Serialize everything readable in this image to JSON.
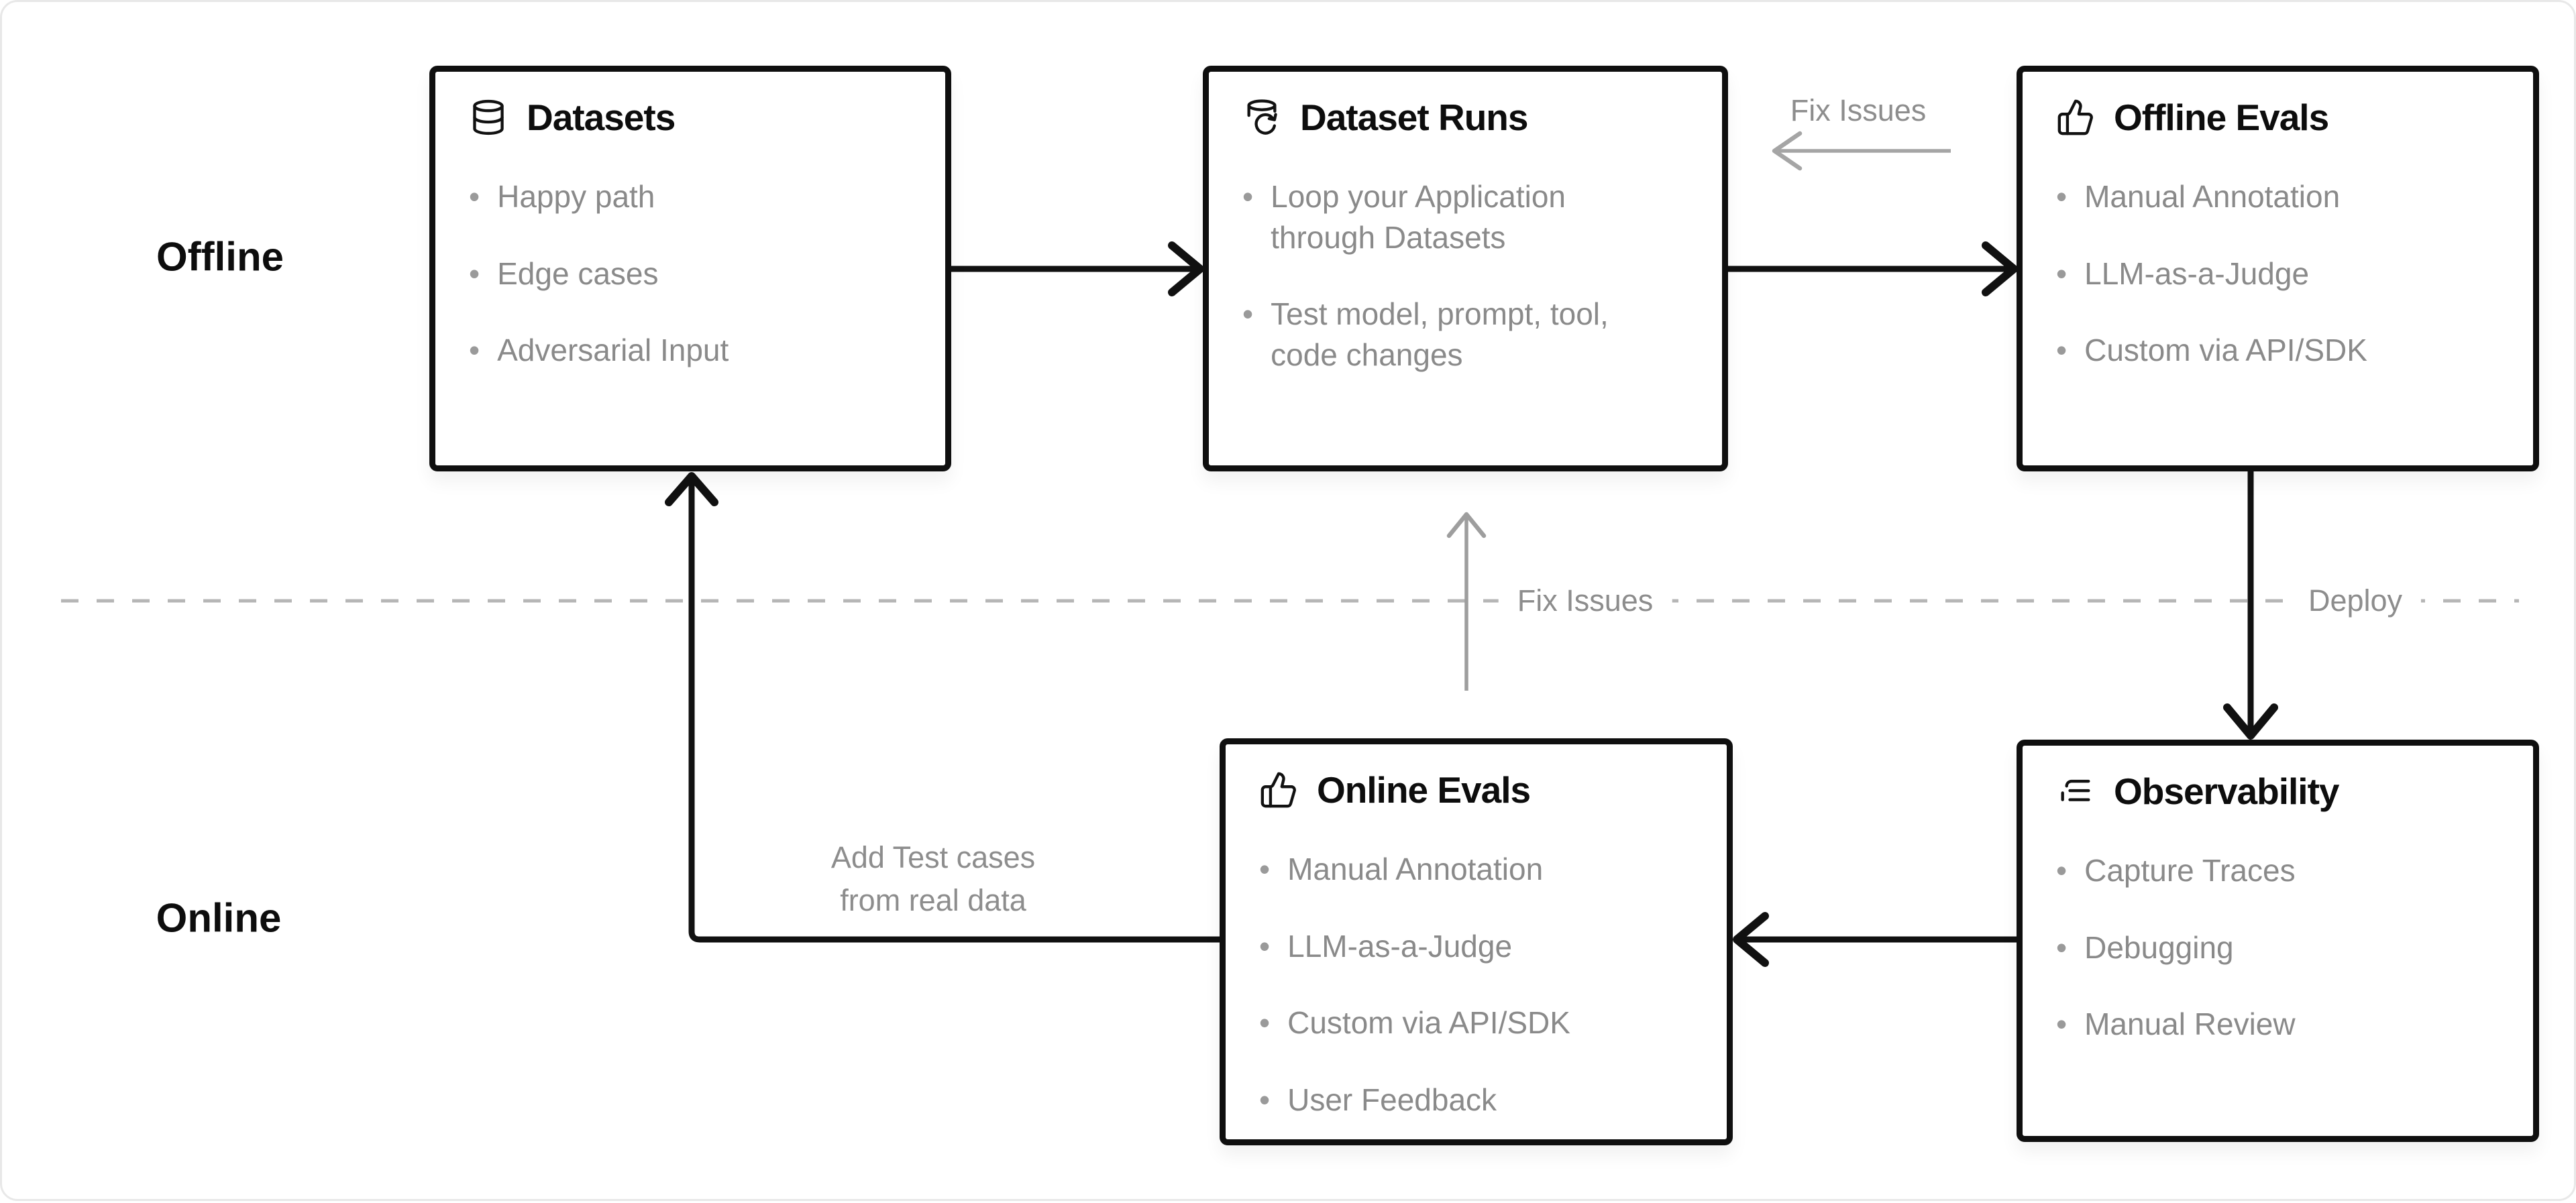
{
  "diagram": {
    "lanes": {
      "offline": "Offline",
      "online": "Online"
    },
    "colors": {
      "box_border": "#0f0f0f",
      "title_text": "#0d0d0d",
      "item_text": "#8a8a8a",
      "gray_label": "#8d8d8d",
      "black_arrow": "#111111",
      "gray_arrow": "#a0a0a0",
      "dashed_line": "#b6b6b6",
      "page_border": "#e8e8e8",
      "background": "#ffffff"
    },
    "boxes": {
      "datasets": {
        "title": "Datasets",
        "icon": "database-icon",
        "items": [
          "Happy path",
          "Edge cases",
          "Adversarial Input"
        ]
      },
      "dataset_runs": {
        "title": "Dataset Runs",
        "icon": "database-loop-icon",
        "items": [
          "Loop your Application through Datasets",
          "Test model, prompt, tool, code changes"
        ]
      },
      "offline_evals": {
        "title": "Offline Evals",
        "icon": "thumbs-up-icon",
        "items": [
          "Manual Annotation",
          "LLM-as-a-Judge",
          "Custom via API/SDK"
        ]
      },
      "online_evals": {
        "title": "Online Evals",
        "icon": "thumbs-up-icon",
        "items": [
          "Manual Annotation",
          "LLM-as-a-Judge",
          "Custom via API/SDK",
          "User Feedback"
        ]
      },
      "observability": {
        "title": "Observability",
        "icon": "list-tree-icon",
        "items": [
          "Capture Traces",
          "Debugging",
          "Manual Review"
        ]
      }
    },
    "edge_labels": {
      "fix_issues_top": "Fix Issues",
      "fix_issues_mid": "Fix Issues",
      "deploy": "Deploy",
      "add_test_cases_line1": "Add Test cases",
      "add_test_cases_line2": "from real data"
    }
  }
}
